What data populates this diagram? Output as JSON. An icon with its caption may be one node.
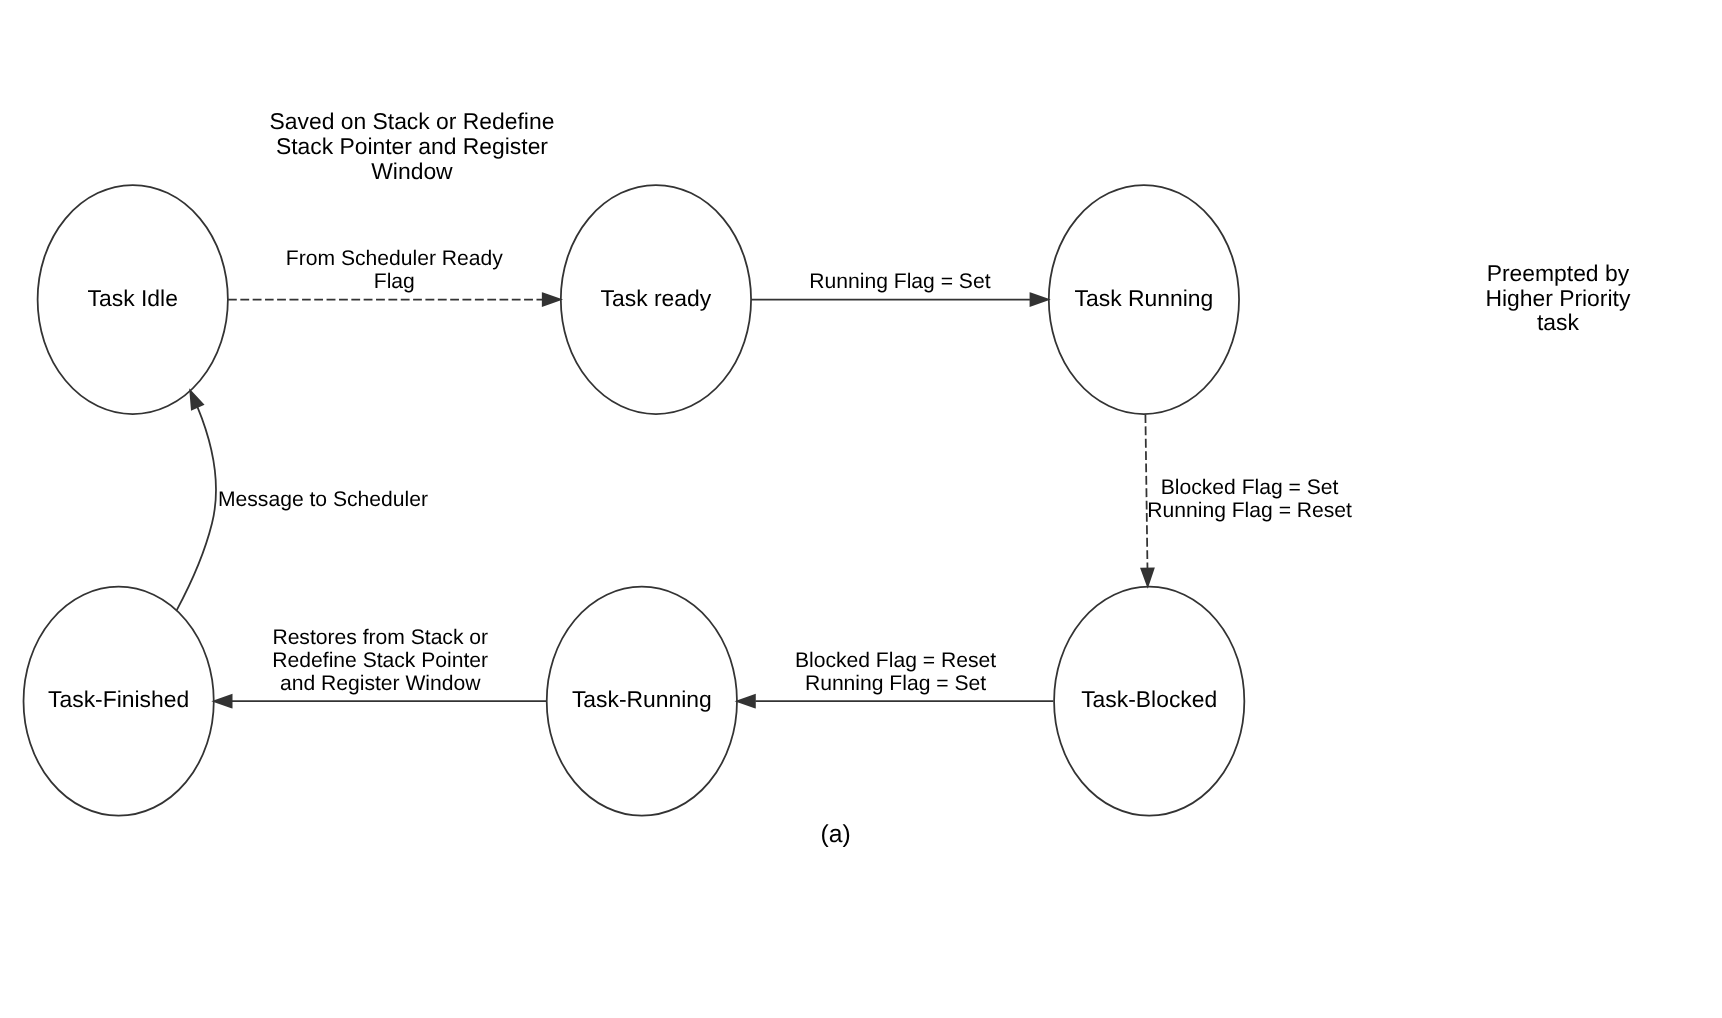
{
  "diagram": {
    "caption": "(a)",
    "nodes": [
      {
        "text": [
          "Task Idle"
        ]
      },
      {
        "text": [
          "Task ready"
        ],
        "beside": [
          "Saved on Stack or Redefine Stack Pointer and Register Window"
        ]
      },
      {
        "text": [
          "Task Running"
        ]
      },
      {
        "text": [
          "Task-Finished"
        ]
      },
      {
        "text": [
          "Task-Running"
        ]
      },
      {
        "text": [
          "Task-Blocked"
        ]
      }
    ],
    "edges": [
      {
        "from": 0,
        "to": 1,
        "arrow": "to",
        "style": "dashed",
        "label": "From Scheduler Ready Flag"
      },
      {
        "from": 1,
        "to": 2,
        "arrow": "to",
        "label": "Running Flag = Set"
      },
      {
        "from": 2,
        "to": 5,
        "arrow": "to",
        "style": "dashed",
        "label": "Blocked Flag = Set Running Flag = Reset"
      },
      {
        "from": 5,
        "to": 4,
        "arrow": "to",
        "label": "Blocked Flag = Reset Running Flag = Set"
      },
      {
        "from": 4,
        "to": 3,
        "arrow": "to",
        "label": "Restores from Stack or Redefine Stack Pointer and Register Window"
      },
      {
        "from": 3,
        "to": 0,
        "arrow": "to",
        "label": "Message to Scheduler"
      }
    ],
    "labels": [
      "Preempted by Higher Priority task"
    ]
  }
}
